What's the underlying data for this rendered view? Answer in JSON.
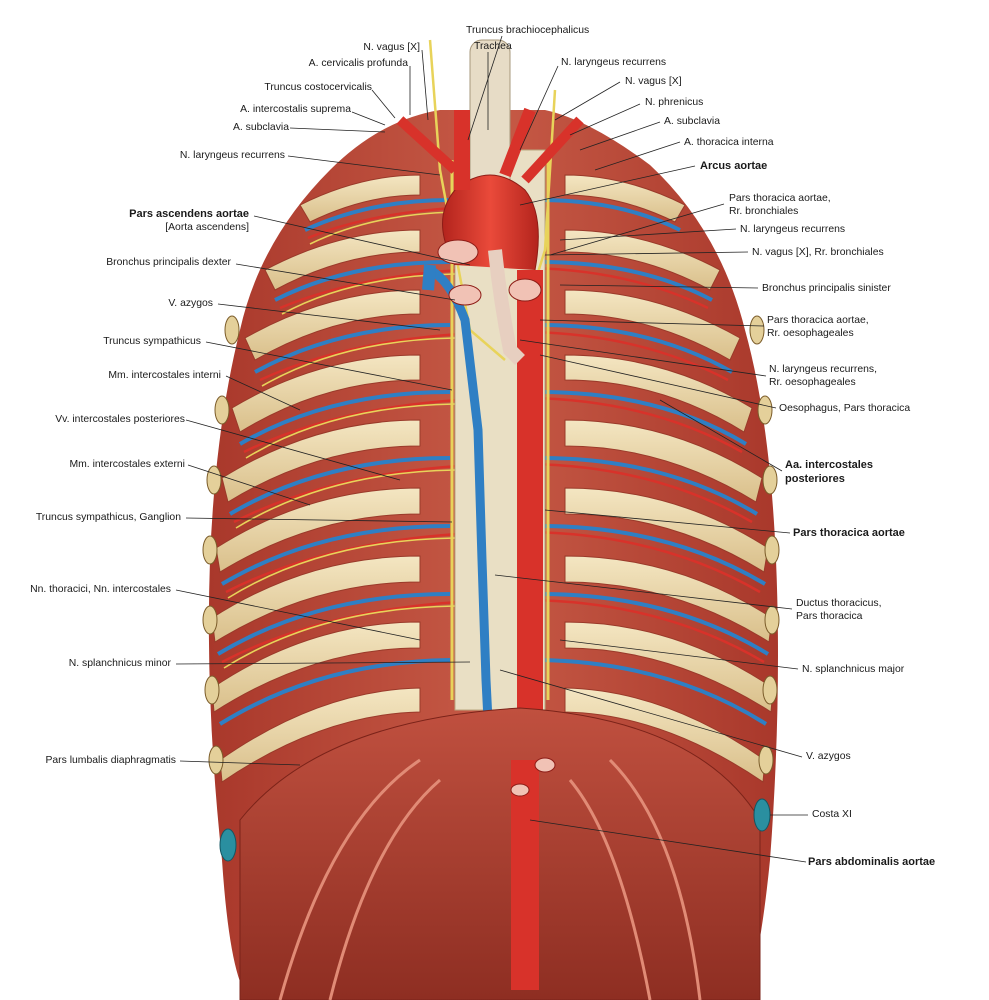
{
  "labels_top": {
    "truncus_brachiocephalicus": "Truncus brachiocephalicus",
    "trachea": "Trachea",
    "n_laryngeus_recurrens_top": "N. laryngeus recurrens",
    "n_vagus_top_right": "N. vagus [X]",
    "n_phrenicus": "N. phrenicus"
  },
  "labels_left": {
    "n_vagus_left": "N. vagus [X]",
    "a_cervicalis_profunda": "A. cervicalis profunda",
    "truncus_costocervicalis": "Truncus costocervicalis",
    "a_intercostalis_suprema": "A. intercostalis suprema",
    "a_subclavia_left": "A. subclavia",
    "n_laryngeus_recurrens_left": "N. laryngeus recurrens",
    "pars_ascendens_aortae": "Pars ascendens aortae",
    "aorta_ascendens": "[Aorta ascendens]",
    "bronchus_principalis_dexter": "Bronchus principalis dexter",
    "v_azygos_left": "V. azygos",
    "truncus_sympathicus": "Truncus sympathicus",
    "mm_intercostales_interni": "Mm. intercostales interni",
    "vv_intercostales_posteriores": "Vv. intercostales posteriores",
    "mm_intercostales_externi": "Mm. intercostales externi",
    "truncus_sympathicus_ganglion": "Truncus sympathicus, Ganglion",
    "nn_thoracici": "Nn. thoracici, Nn. intercostales",
    "n_splanchnicus_minor": "N. splanchnicus minor",
    "pars_lumbalis_diaphragmatis": "Pars lumbalis diaphragmatis"
  },
  "labels_right": {
    "a_subclavia_right": "A. subclavia",
    "a_thoracica_interna": "A. thoracica interna",
    "arcus_aortae": "Arcus aortae",
    "pars_thoracica_aortae_bronch_1": "Pars thoracica aortae,",
    "pars_thoracica_aortae_bronch_2": "Rr. bronchiales",
    "n_laryngeus_recurrens_right": "N. laryngeus recurrens",
    "n_vagus_bronchiales": "N. vagus [X], Rr. bronchiales",
    "bronchus_principalis_sinister": "Bronchus principalis sinister",
    "pars_thoracica_oes_1": "Pars thoracica aortae,",
    "pars_thoracica_oes_2": "Rr. oesophageales",
    "n_laryngeus_oes_1": "N. laryngeus recurrens,",
    "n_laryngeus_oes_2": "Rr. oesophageales",
    "oesophagus": "Oesophagus, Pars thoracica",
    "aa_intercostales_1": "Aa. intercostales",
    "aa_intercostales_2": "posteriores",
    "pars_thoracica_aortae": "Pars thoracica aortae",
    "ductus_thoracicus_1": "Ductus thoracicus,",
    "ductus_thoracicus_2": "Pars thoracica",
    "n_splanchnicus_major": "N. splanchnicus major",
    "v_azygos_right": "V. azygos",
    "costa_xi": "Costa XI",
    "pars_abdominalis_aortae": "Pars abdominalis aortae"
  },
  "colors": {
    "artery": "#d8322a",
    "vein": "#2f7fc4",
    "nerve": "#e8d35a",
    "muscle": "#b8493a",
    "rib": "#efdcae",
    "background": "#ffffff"
  }
}
